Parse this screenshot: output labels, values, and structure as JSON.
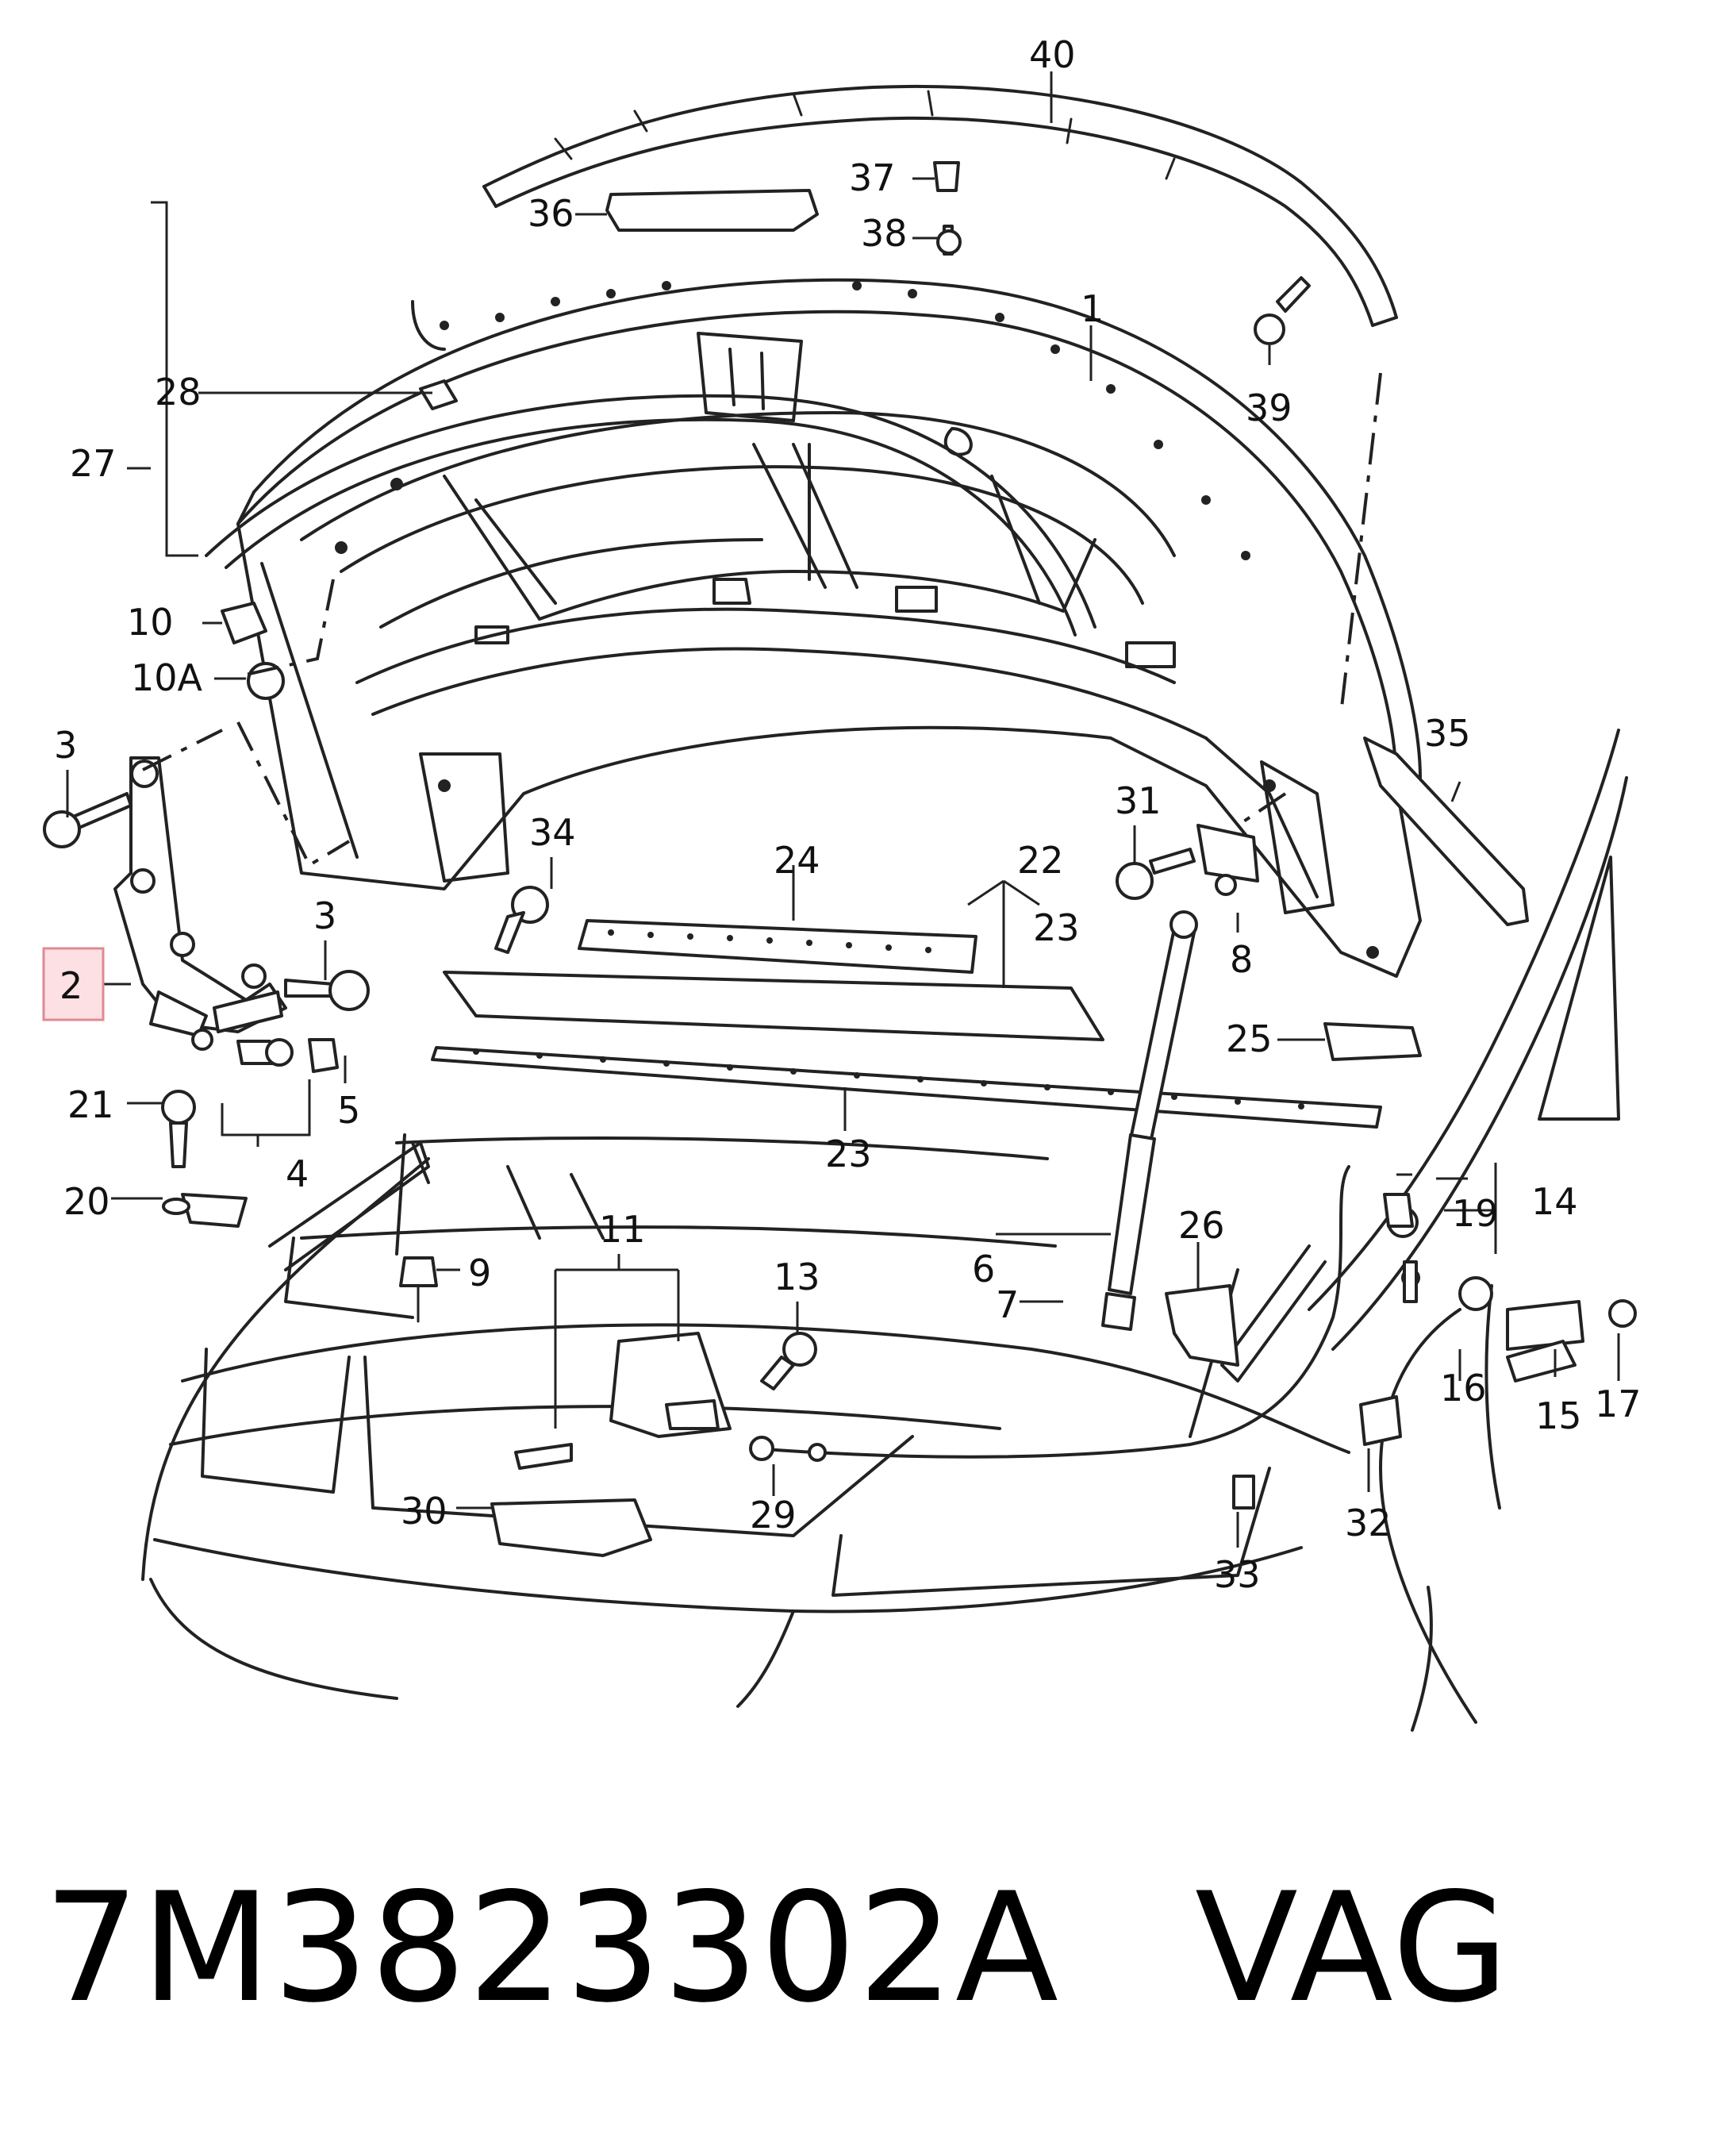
{
  "diagram": {
    "callouts": {
      "c40": "40",
      "c37": "37",
      "c36": "36",
      "c38": "38",
      "c1": "1",
      "c39": "39",
      "c28": "28",
      "c27": "27",
      "c10": "10",
      "c10a": "10A",
      "c3a": "3",
      "c35": "35",
      "c31": "31",
      "c34": "34",
      "c24": "24",
      "c22": "22",
      "c23a": "23",
      "c3b": "3",
      "c2": "2",
      "c8": "8",
      "c25": "25",
      "c5": "5",
      "c21": "21",
      "c23b": "23",
      "c4": "4",
      "c20": "20",
      "c14": "14",
      "c19": "19",
      "c26": "26",
      "c11": "11",
      "c9": "9",
      "c13": "13",
      "c6": "6",
      "c7": "7",
      "c16": "16",
      "c17": "17",
      "c15": "15",
      "c30": "30",
      "c29": "29",
      "c32": "32",
      "c33": "33"
    },
    "highlight_color": "#fde0e3"
  },
  "footer": {
    "part_number": "7M3823302A",
    "brand": "VAG"
  }
}
